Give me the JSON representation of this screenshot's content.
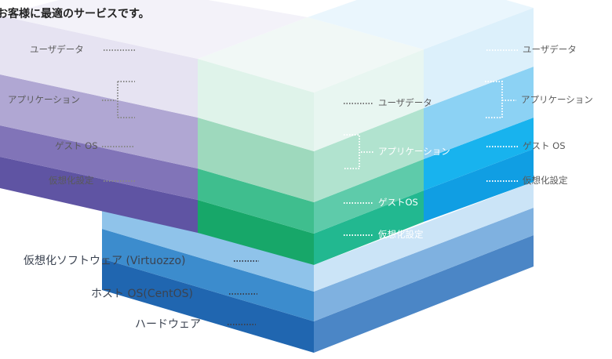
{
  "heading": "お客様に最適のサービスです。",
  "left_column": {
    "user_data": "ユーザデータ",
    "application": "アプリケーション",
    "guest_os": "ゲスト OS",
    "virtualization": "仮想化設定"
  },
  "center_column": {
    "user_data": "ユーザデータ",
    "application": "アプリケーション",
    "guest_os": "ゲストOS",
    "virtualization": "仮想化設定"
  },
  "right_column": {
    "user_data": "ユーザデータ",
    "application": "アプリケーション",
    "guest_os": "ゲスト OS",
    "virtualization": "仮想化設定"
  },
  "base": {
    "virtuozzo": "仮想化ソフトウェア (Virtuozzo)",
    "host_os": "ホスト OS(CentOS)",
    "hardware": "ハードウェア"
  },
  "colors": {
    "purple": "#5f54a3",
    "green": "#17a769",
    "sky": "#109ee3",
    "base_blue": "#1c66b3"
  }
}
